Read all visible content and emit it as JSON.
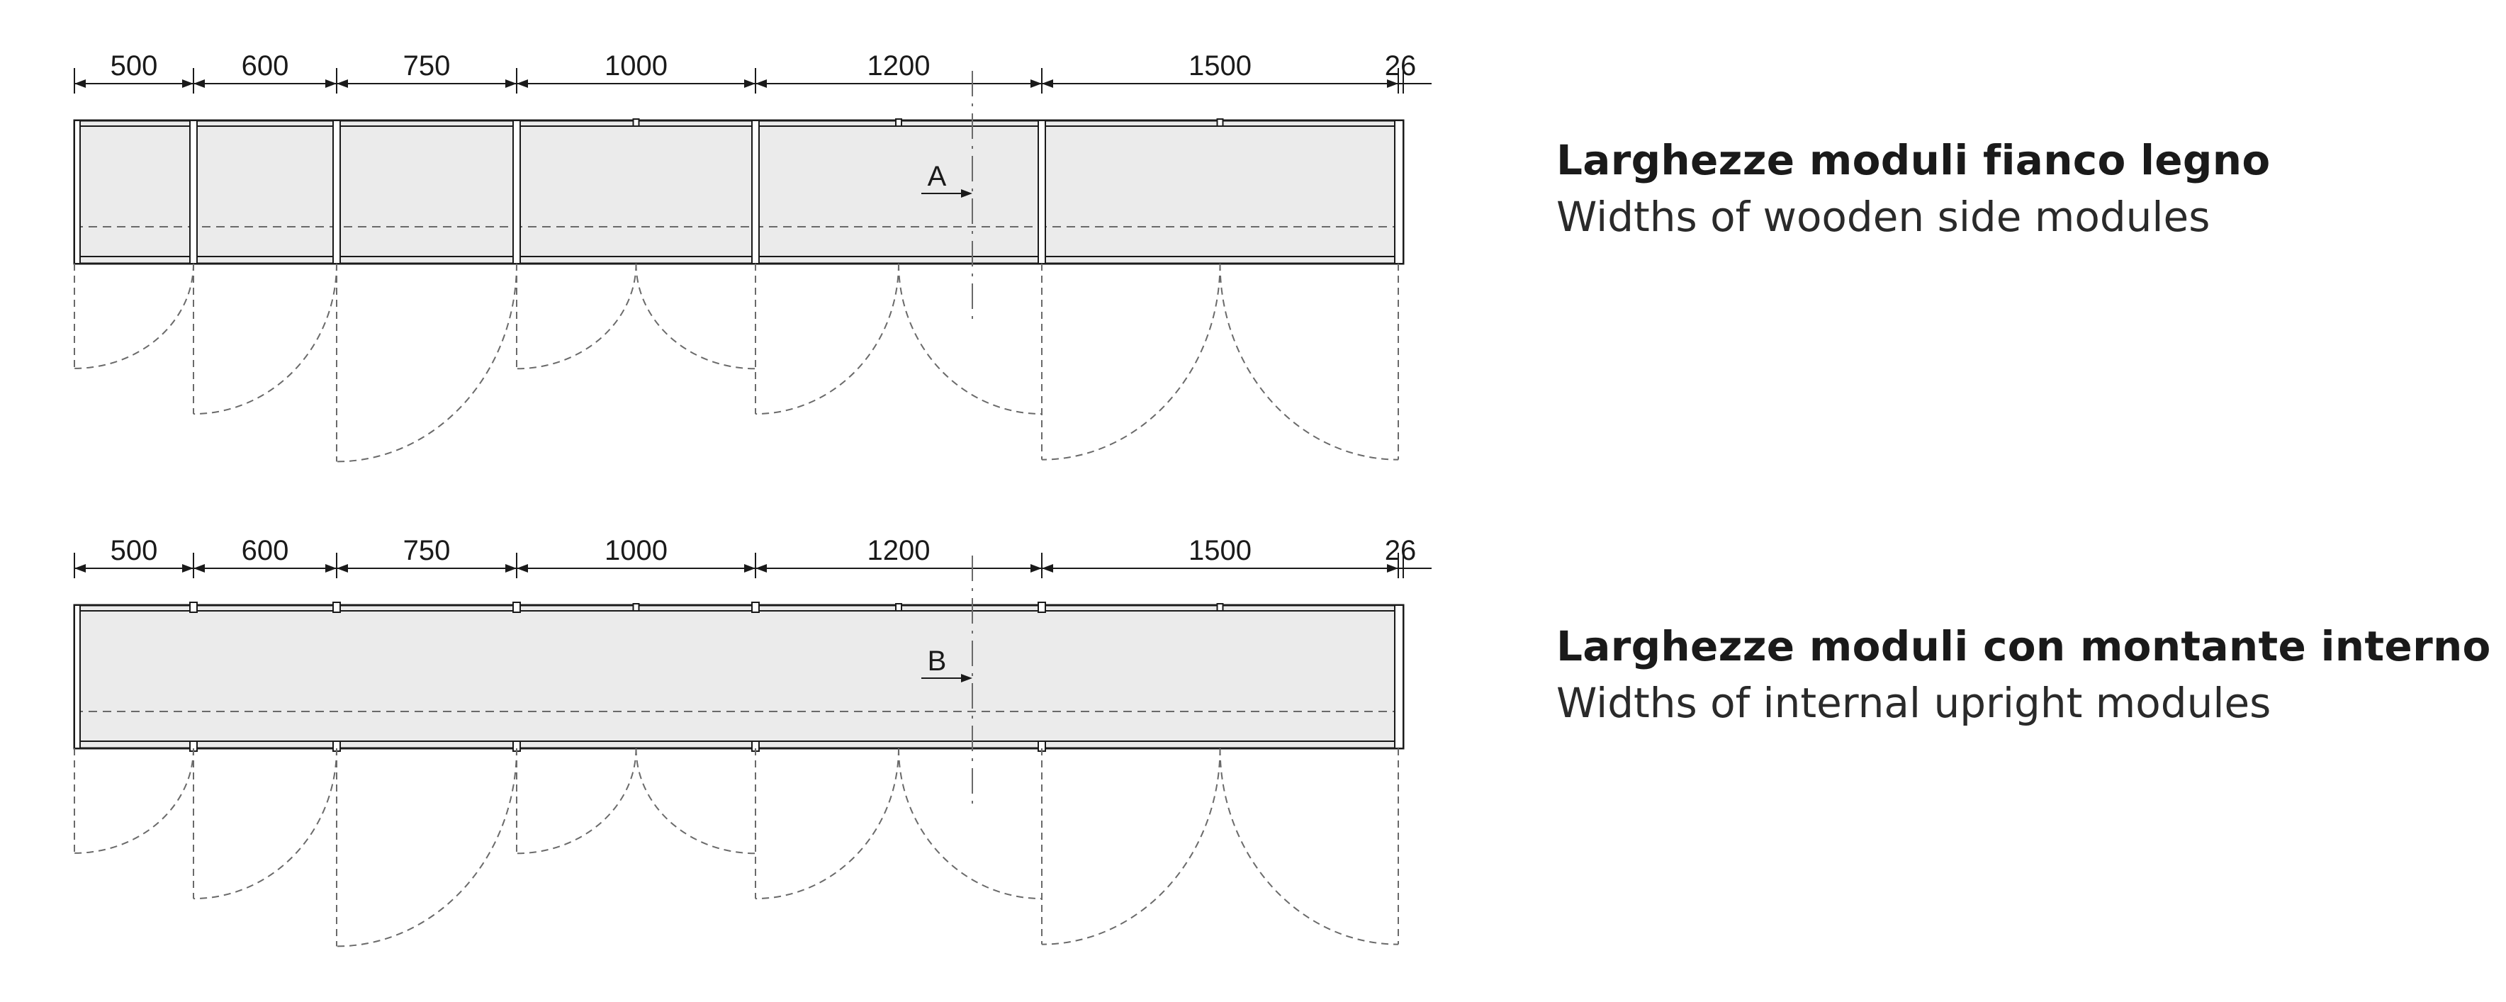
{
  "diagrams": [
    {
      "id": "wooden-side",
      "variant": "side-panels",
      "module_widths": [
        "500",
        "600",
        "750",
        "1000",
        "1200",
        "1500"
      ],
      "end_width": "26",
      "section_marker": "A",
      "caption_it": "Larghezze moduli fianco legno",
      "caption_en": "Widths of wooden side modules"
    },
    {
      "id": "internal-upright",
      "variant": "internal-uprights",
      "module_widths": [
        "500",
        "600",
        "750",
        "1000",
        "1200",
        "1500"
      ],
      "end_width": "26",
      "section_marker": "B",
      "caption_it": "Larghezze moduli con montante interno",
      "caption_en": "Widths of internal upright modules"
    }
  ],
  "colors": {
    "line": "#1a1a1a",
    "fill": "#ebebeb",
    "dashed": "#6a6a6a"
  }
}
